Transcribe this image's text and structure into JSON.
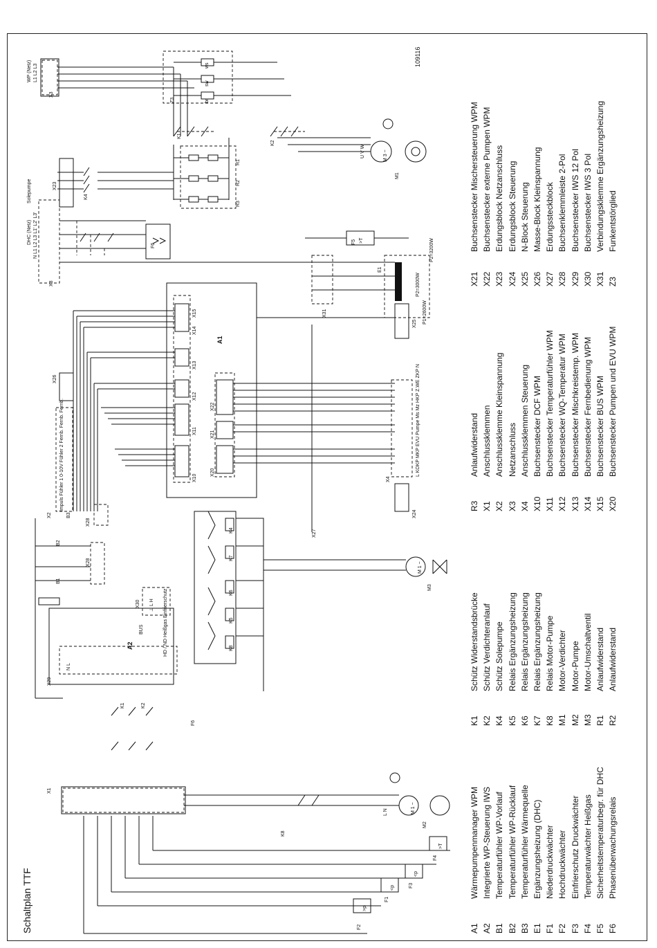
{
  "title": "Schaltplan TTF",
  "drawing_number": "109116",
  "legend": {
    "col1": [
      {
        "code": "A1",
        "desc": "Wärmepumpenmanager WPM"
      },
      {
        "code": "A2",
        "desc": "Integrierte WP-Steuerung IWS"
      },
      {
        "code": "B1",
        "desc": "Temperaturfühler WP-Vorlauf"
      },
      {
        "code": "B2",
        "desc": "Temperaturfühler WP-Rücklauf"
      },
      {
        "code": "B3",
        "desc": "Temperaturfühler Wärmequelle"
      },
      {
        "code": "E1",
        "desc": "Ergänzungsheizung (DHC)"
      },
      {
        "code": "F1",
        "desc": "Niederdruckwächter"
      },
      {
        "code": "F2",
        "desc": "Hochdruckwächter"
      },
      {
        "code": "F3",
        "desc": "Einfrierschutz Druckwächter"
      },
      {
        "code": "F4",
        "desc": "Temperaturwächter Heißgas"
      },
      {
        "code": "F5",
        "desc": "Sicherheitstemperaturbegr. für  DHC"
      },
      {
        "code": "F6",
        "desc": "Phasenüberwachungsrelais"
      }
    ],
    "col2": [
      {
        "code": "K1",
        "desc": "Schütz Widerstandsbrücke"
      },
      {
        "code": "K2",
        "desc": "Schütz Verdichteranlauf"
      },
      {
        "code": "K4",
        "desc": "Schütz Solepumpe"
      },
      {
        "code": "K5",
        "desc": "Relais Ergänzungsheizung"
      },
      {
        "code": "K6",
        "desc": "Relais Ergänzungsheizung"
      },
      {
        "code": "K7",
        "desc": "Relais Ergänzungsheizung"
      },
      {
        "code": "K8",
        "desc": "Relais Motor-Pumpe"
      },
      {
        "code": "M1",
        "desc": "Motor-Verdichter"
      },
      {
        "code": "M2",
        "desc": "Motor-Pumpe"
      },
      {
        "code": "M3",
        "desc": "Motor-Umschaltventil"
      },
      {
        "code": "R1",
        "desc": "Anlaufwiderstand"
      },
      {
        "code": "R2",
        "desc": "Anlaufwiderstand"
      }
    ],
    "col3": [
      {
        "code": "R3",
        "desc": "Anlaufwiderstand"
      },
      {
        "code": "X1",
        "desc": "Anschlussklemmen"
      },
      {
        "code": "X2",
        "desc": "Anschlussklemme Kleinspannung"
      },
      {
        "code": "X3",
        "desc": "Netzanschluss"
      },
      {
        "code": "X4",
        "desc": "Anschlussklemmen Steuerung"
      },
      {
        "code": "X10",
        "desc": "Buchsenstecker DCF WPM"
      },
      {
        "code": "X11",
        "desc": "Buchsenstecker Temperaturfühler WPM"
      },
      {
        "code": "X12",
        "desc": "Buchsenstecker WQ-Temperatur WPM"
      },
      {
        "code": "X13",
        "desc": "Buchsenstecker Mischkreistemp. WPM"
      },
      {
        "code": "X14",
        "desc": "Buchsenstecker Fernbedienung WPM"
      },
      {
        "code": "X15",
        "desc": "Buchsenstecker BUS WPM"
      },
      {
        "code": "X20",
        "desc": "Buchsenstecker Pumpen und EVU WPM"
      }
    ],
    "col4": [
      {
        "code": "X21",
        "desc": "Buchsenstecker Mischersteuerung WPM"
      },
      {
        "code": "X22",
        "desc": "Buchsenstecker externe Pumpen WPM"
      },
      {
        "code": "X23",
        "desc": "Erdungsblock Netzanschluss"
      },
      {
        "code": "X24",
        "desc": "Erdungsblock Steuerung"
      },
      {
        "code": "X25",
        "desc": "N-Block Steuerung"
      },
      {
        "code": "X26",
        "desc": "Masse-Block Kleinspannung"
      },
      {
        "code": "X27",
        "desc": "Erdungssteckblock"
      },
      {
        "code": "X28",
        "desc": "Buchsenklemmleiste 2-Pol"
      },
      {
        "code": "X29",
        "desc": "Buchsenstecker IWS 12 Pol"
      },
      {
        "code": "X30",
        "desc": "Buchsenstecker IWS 3 Pol"
      },
      {
        "code": "X31",
        "desc": "Verbindungsklemme Ergänzungsheizung"
      },
      {
        "code": "Z3",
        "desc": "Funkentstörglied"
      }
    ]
  },
  "schematic_labels": {
    "wp_netz": "WP (Netz)",
    "wp_phases": "L1 L2 L3",
    "dhc_netz": "DHC (Netz)",
    "solepumpe": "Solepumpe",
    "dhc_phases": "N L1 L2 L3  L1' L2' L3'",
    "x3": "X3",
    "x23": "X23",
    "x26": "X26",
    "x2": "X2",
    "x1": "X1",
    "x29": "X29",
    "x30": "X30",
    "x31": "X31",
    "x4": "X4",
    "x24": "X24",
    "x25": "X25",
    "x27": "X27",
    "x28a": "X28",
    "x28b": "X28",
    "a1": "A1",
    "a2": "A2",
    "bus": "BUS",
    "e1": "E1",
    "f5": "F5",
    "f6": "F6",
    "f1": "F1",
    "f2": "F2",
    "f3": "F3",
    "f4": "F4",
    "m1": "M1",
    "m2": "M2",
    "m3": "M3",
    "m1_sym": "M 3 ~",
    "m2_sym": "M 1 ~",
    "m3_sym": "M 1 ~",
    "k1": "K1",
    "k2": "K2",
    "k4": "K4",
    "k5": "K5",
    "k6": "K6",
    "k7": "K7",
    "k8": "K8",
    "r1": "R1",
    "r2": "R2",
    "r3": "R3",
    "z3": "Z3",
    "b1": "B1",
    "b2": "B2",
    "b3": "B3",
    "x10": "X10",
    "x11": "X11",
    "x12": "X12",
    "x13": "X13",
    "x14": "X14",
    "x15": "X15",
    "x20": "X20",
    "x21": "X21",
    "x22": "X22",
    "p1": "P1=2600W",
    "p2": "P2=3000W",
    "p3": "P2=3200W",
    "x4_terms": "L  KOKP  MKP  EVU  Pumpe  Ms  Mz  HKP  Z.WE  ZKP  N",
    "x2_terms": "Impuls  Fühler 1  0-10V  Fühler 2  Fernb.  Fernb.  Fernb.",
    "a2_inputs": "HD / ND  Heißgas  Einfrierschutz",
    "x29_nl": "N  L",
    "x30_terms": "⊥  L  H",
    "k2_term": "K2",
    "k1_term": "K1",
    "uvw": "U V W",
    "ln": "L N",
    "sw": "sw",
    "ws": "ws",
    "br": "br",
    "p_sym": ">p",
    "t_sym": ">T",
    "lt_p": "<p"
  }
}
